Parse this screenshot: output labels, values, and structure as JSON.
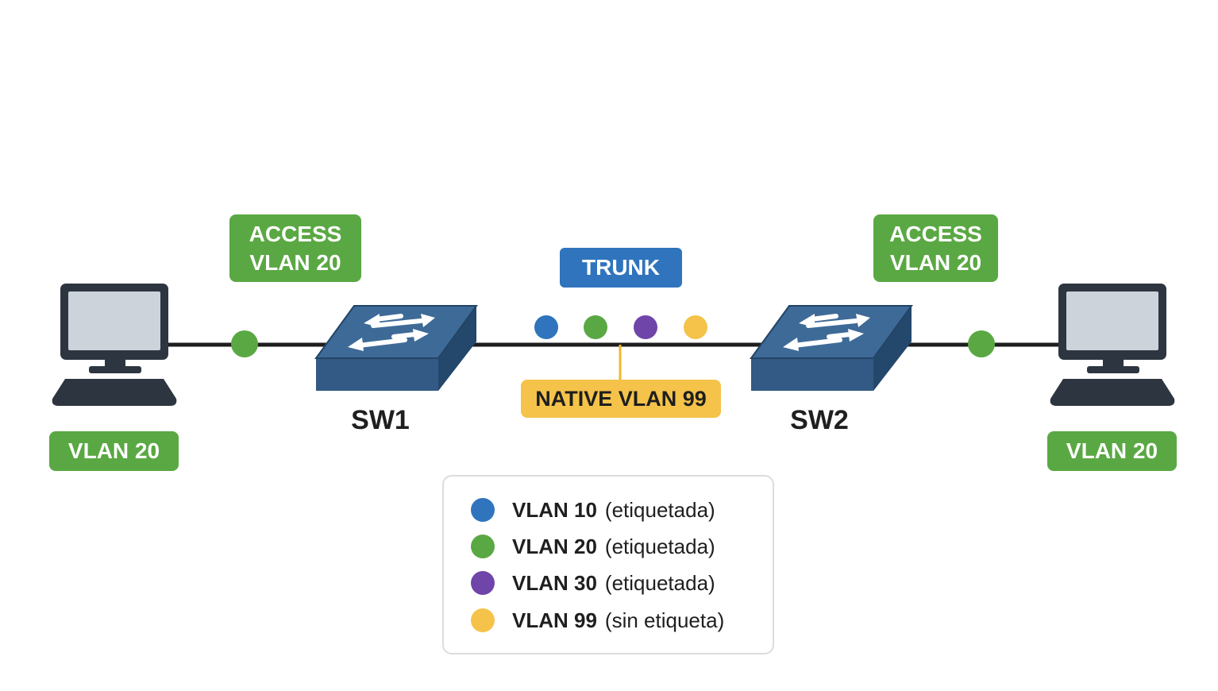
{
  "colors": {
    "vlan10": "#2f74bd",
    "vlan20": "#5aa843",
    "vlan30": "#6f45a9",
    "vlan99": "#f5c34a",
    "switch": "#3a6592",
    "link": "#1e1e1e"
  },
  "left_pc": {
    "icon": "desktop-computer-icon",
    "vlan_label": "VLAN 20"
  },
  "right_pc": {
    "icon": "desktop-computer-icon",
    "vlan_label": "VLAN 20"
  },
  "left_access": {
    "line1": "ACCESS",
    "line2": "VLAN 20"
  },
  "right_access": {
    "line1": "ACCESS",
    "line2": "VLAN 20"
  },
  "sw1": {
    "icon": "network-switch-icon",
    "label": "SW1"
  },
  "sw2": {
    "icon": "network-switch-icon",
    "label": "SW2"
  },
  "trunk": {
    "label": "TRUNK",
    "native_label": "NATIVE VLAN 99",
    "dots": [
      "vlan10",
      "vlan20",
      "vlan30",
      "vlan99"
    ]
  },
  "legend": {
    "items": [
      {
        "color": "vlan10",
        "name": "VLAN 10",
        "note": "(etiquetada)"
      },
      {
        "color": "vlan20",
        "name": "VLAN 20",
        "note": "(etiquetada)"
      },
      {
        "color": "vlan30",
        "name": "VLAN 30",
        "note": "(etiquetada)"
      },
      {
        "color": "vlan99",
        "name": "VLAN 99",
        "note": "(sin etiqueta)"
      }
    ]
  }
}
